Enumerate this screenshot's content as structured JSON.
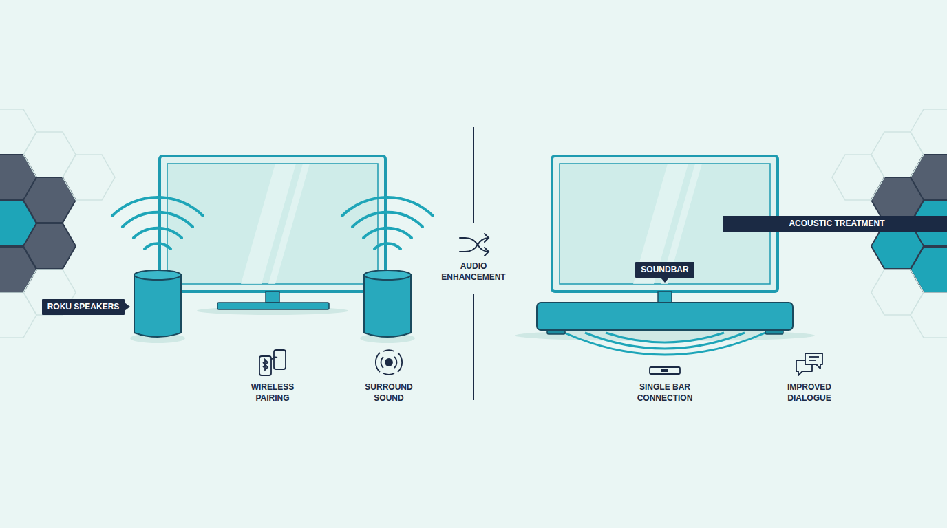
{
  "diagram": {
    "nodes": [
      {
        "text": [
          "ROKU SPEAKERS"
        ]
      },
      {
        "text": [
          "SOUNDBAR"
        ]
      },
      {
        "text": [
          "ACOUSTIC TREATMENT"
        ]
      }
    ],
    "labels": [
      "WIRELESS PAIRING",
      "SURROUND SOUND",
      "AUDIO ENHANCEMENT",
      "SINGLE BAR CONNECTION",
      "IMPROVED DIALOGUE"
    ]
  }
}
